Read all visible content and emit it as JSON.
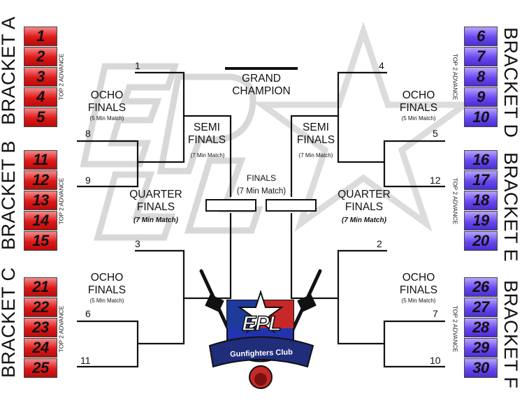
{
  "brackets": {
    "a": {
      "label": "BRACKET A",
      "advance": "TOP 2 ADVANCE",
      "seeds": [
        "1",
        "2",
        "3",
        "4",
        "5"
      ]
    },
    "b": {
      "label": "BRACKET B",
      "advance": "TOP 2 ADVANCE",
      "seeds": [
        "11",
        "12",
        "13",
        "14",
        "15"
      ]
    },
    "c": {
      "label": "BRACKET C",
      "advance": "TOP 2 ADVANCE",
      "seeds": [
        "21",
        "22",
        "23",
        "24",
        "25"
      ]
    },
    "d": {
      "label": "BRACKET D",
      "advance": "TOP 2 ADVANCE",
      "seeds": [
        "6",
        "7",
        "8",
        "9",
        "10"
      ]
    },
    "e": {
      "label": "BRACKET E",
      "advance": "TOP 2 ADVANCE",
      "seeds": [
        "16",
        "17",
        "18",
        "19",
        "20"
      ]
    },
    "f": {
      "label": "BRACKET F",
      "advance": "TOP 2 ADVANCE",
      "seeds": [
        "26",
        "27",
        "28",
        "29",
        "30"
      ]
    }
  },
  "slots": {
    "left_top": "1",
    "left_b8": "8",
    "left_b9": "9",
    "left_q3": "3",
    "left_c6": "6",
    "left_c11": "11",
    "right_top": "4",
    "right_d5": "5",
    "right_d12": "12",
    "right_q2": "2",
    "right_f7": "7",
    "right_f10": "10"
  },
  "titles": {
    "grand_champion": "GRAND\nCHAMPION",
    "ocho_finals": "OCHO\nFINALS",
    "ocho_note": "(5 Min Match)",
    "semi_finals": "SEMI\nFINALS",
    "semi_note": "(7 Min Match)",
    "quarter_finals": "QUARTER\nFINALS",
    "quarter_note": "(7 Min Match)",
    "finals": "FINALS",
    "finals_note": "(7 Min Match)"
  },
  "logo": {
    "letters": "EPL",
    "banner": "Gunfighters Club",
    "watermark": "EPL"
  },
  "colors": {
    "left_seed": "#e01818",
    "right_seed": "#6a48f0",
    "line": "#111111"
  }
}
